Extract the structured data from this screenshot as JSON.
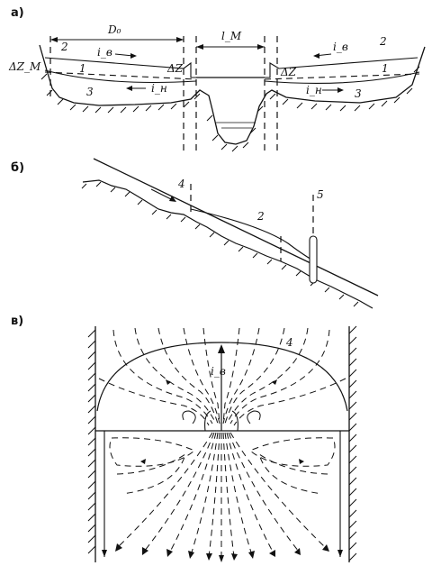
{
  "panels": [
    {
      "label": "а)",
      "dims": {
        "left_width": "D₀",
        "center_width": "l_M",
        "left_drop": "ΔZ_M",
        "drop_left": "ΔZ",
        "drop_right": "ΔZ"
      },
      "slopes": {
        "left_upper": "i_в",
        "left_lower": "i_н",
        "right_upper": "i_в",
        "right_lower": "i_н"
      },
      "curve_numbers": {
        "left": [
          "2",
          "1",
          "3"
        ],
        "right": [
          "2",
          "1",
          "3"
        ]
      }
    },
    {
      "label": "б)",
      "marks": [
        "4",
        "2",
        "5"
      ]
    },
    {
      "label": "в)",
      "marks": [
        "4"
      ],
      "axis_label": "i_в"
    }
  ]
}
